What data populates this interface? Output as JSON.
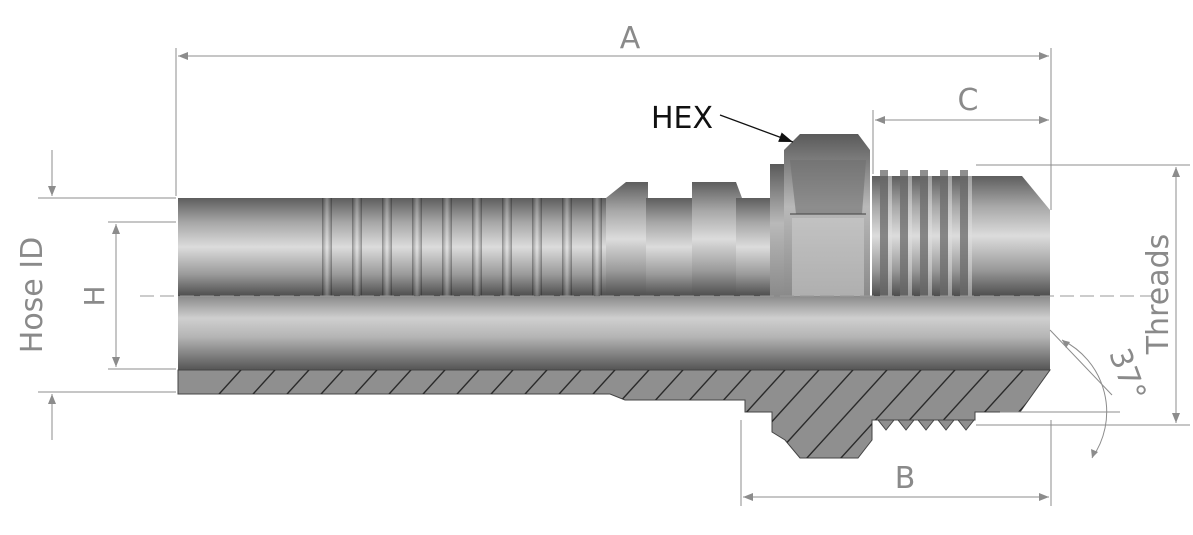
{
  "diagram": {
    "labels": {
      "a": "A",
      "b": "B",
      "c": "C",
      "hex": "HEX",
      "threads": "Threads",
      "hose_id": "Hose ID",
      "h": "H",
      "angle": "37°"
    },
    "colors": {
      "dimension_line": "#8c8c8c",
      "dimension_text": "#8a8a8a",
      "hex_label": "#111111",
      "section_fill": "#8f8f8f",
      "hatch": "#2a2a2a"
    }
  }
}
